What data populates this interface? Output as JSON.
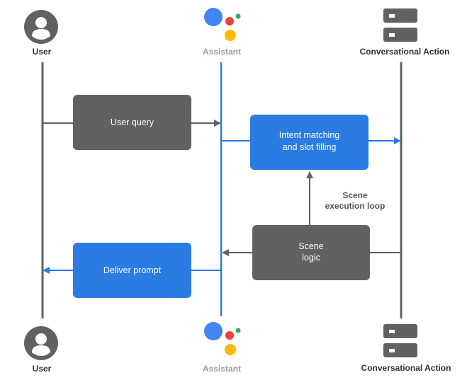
{
  "actors": {
    "user": {
      "label": "User",
      "color": "#333333"
    },
    "assistant": {
      "label": "Assistant",
      "color": "#9e9e9e"
    },
    "action": {
      "label": "Conversational Action",
      "color": "#333333"
    }
  },
  "boxes": {
    "user_query": {
      "label": "User query"
    },
    "intent": {
      "line1": "Intent matching",
      "line2": "and slot filling"
    },
    "scene": {
      "line1": "Scene",
      "line2": "logic"
    },
    "deliver": {
      "label": "Deliver prompt"
    }
  },
  "notes": {
    "loop": {
      "line1": "Scene",
      "line2": "execution loop"
    }
  },
  "colors": {
    "gray_box": "#616161",
    "blue_box": "#2a7ce3",
    "gray_line": "#616161",
    "blue_line": "#2a7ce3",
    "avatar": "#616161",
    "server": "#616161",
    "google_blue": "#4285f4",
    "google_red": "#ea4335",
    "google_yellow": "#fbbc05",
    "google_green": "#34a853"
  },
  "icons": {
    "user": "person-avatar-icon",
    "assistant": "google-assistant-icon",
    "action": "server-stack-icon"
  }
}
